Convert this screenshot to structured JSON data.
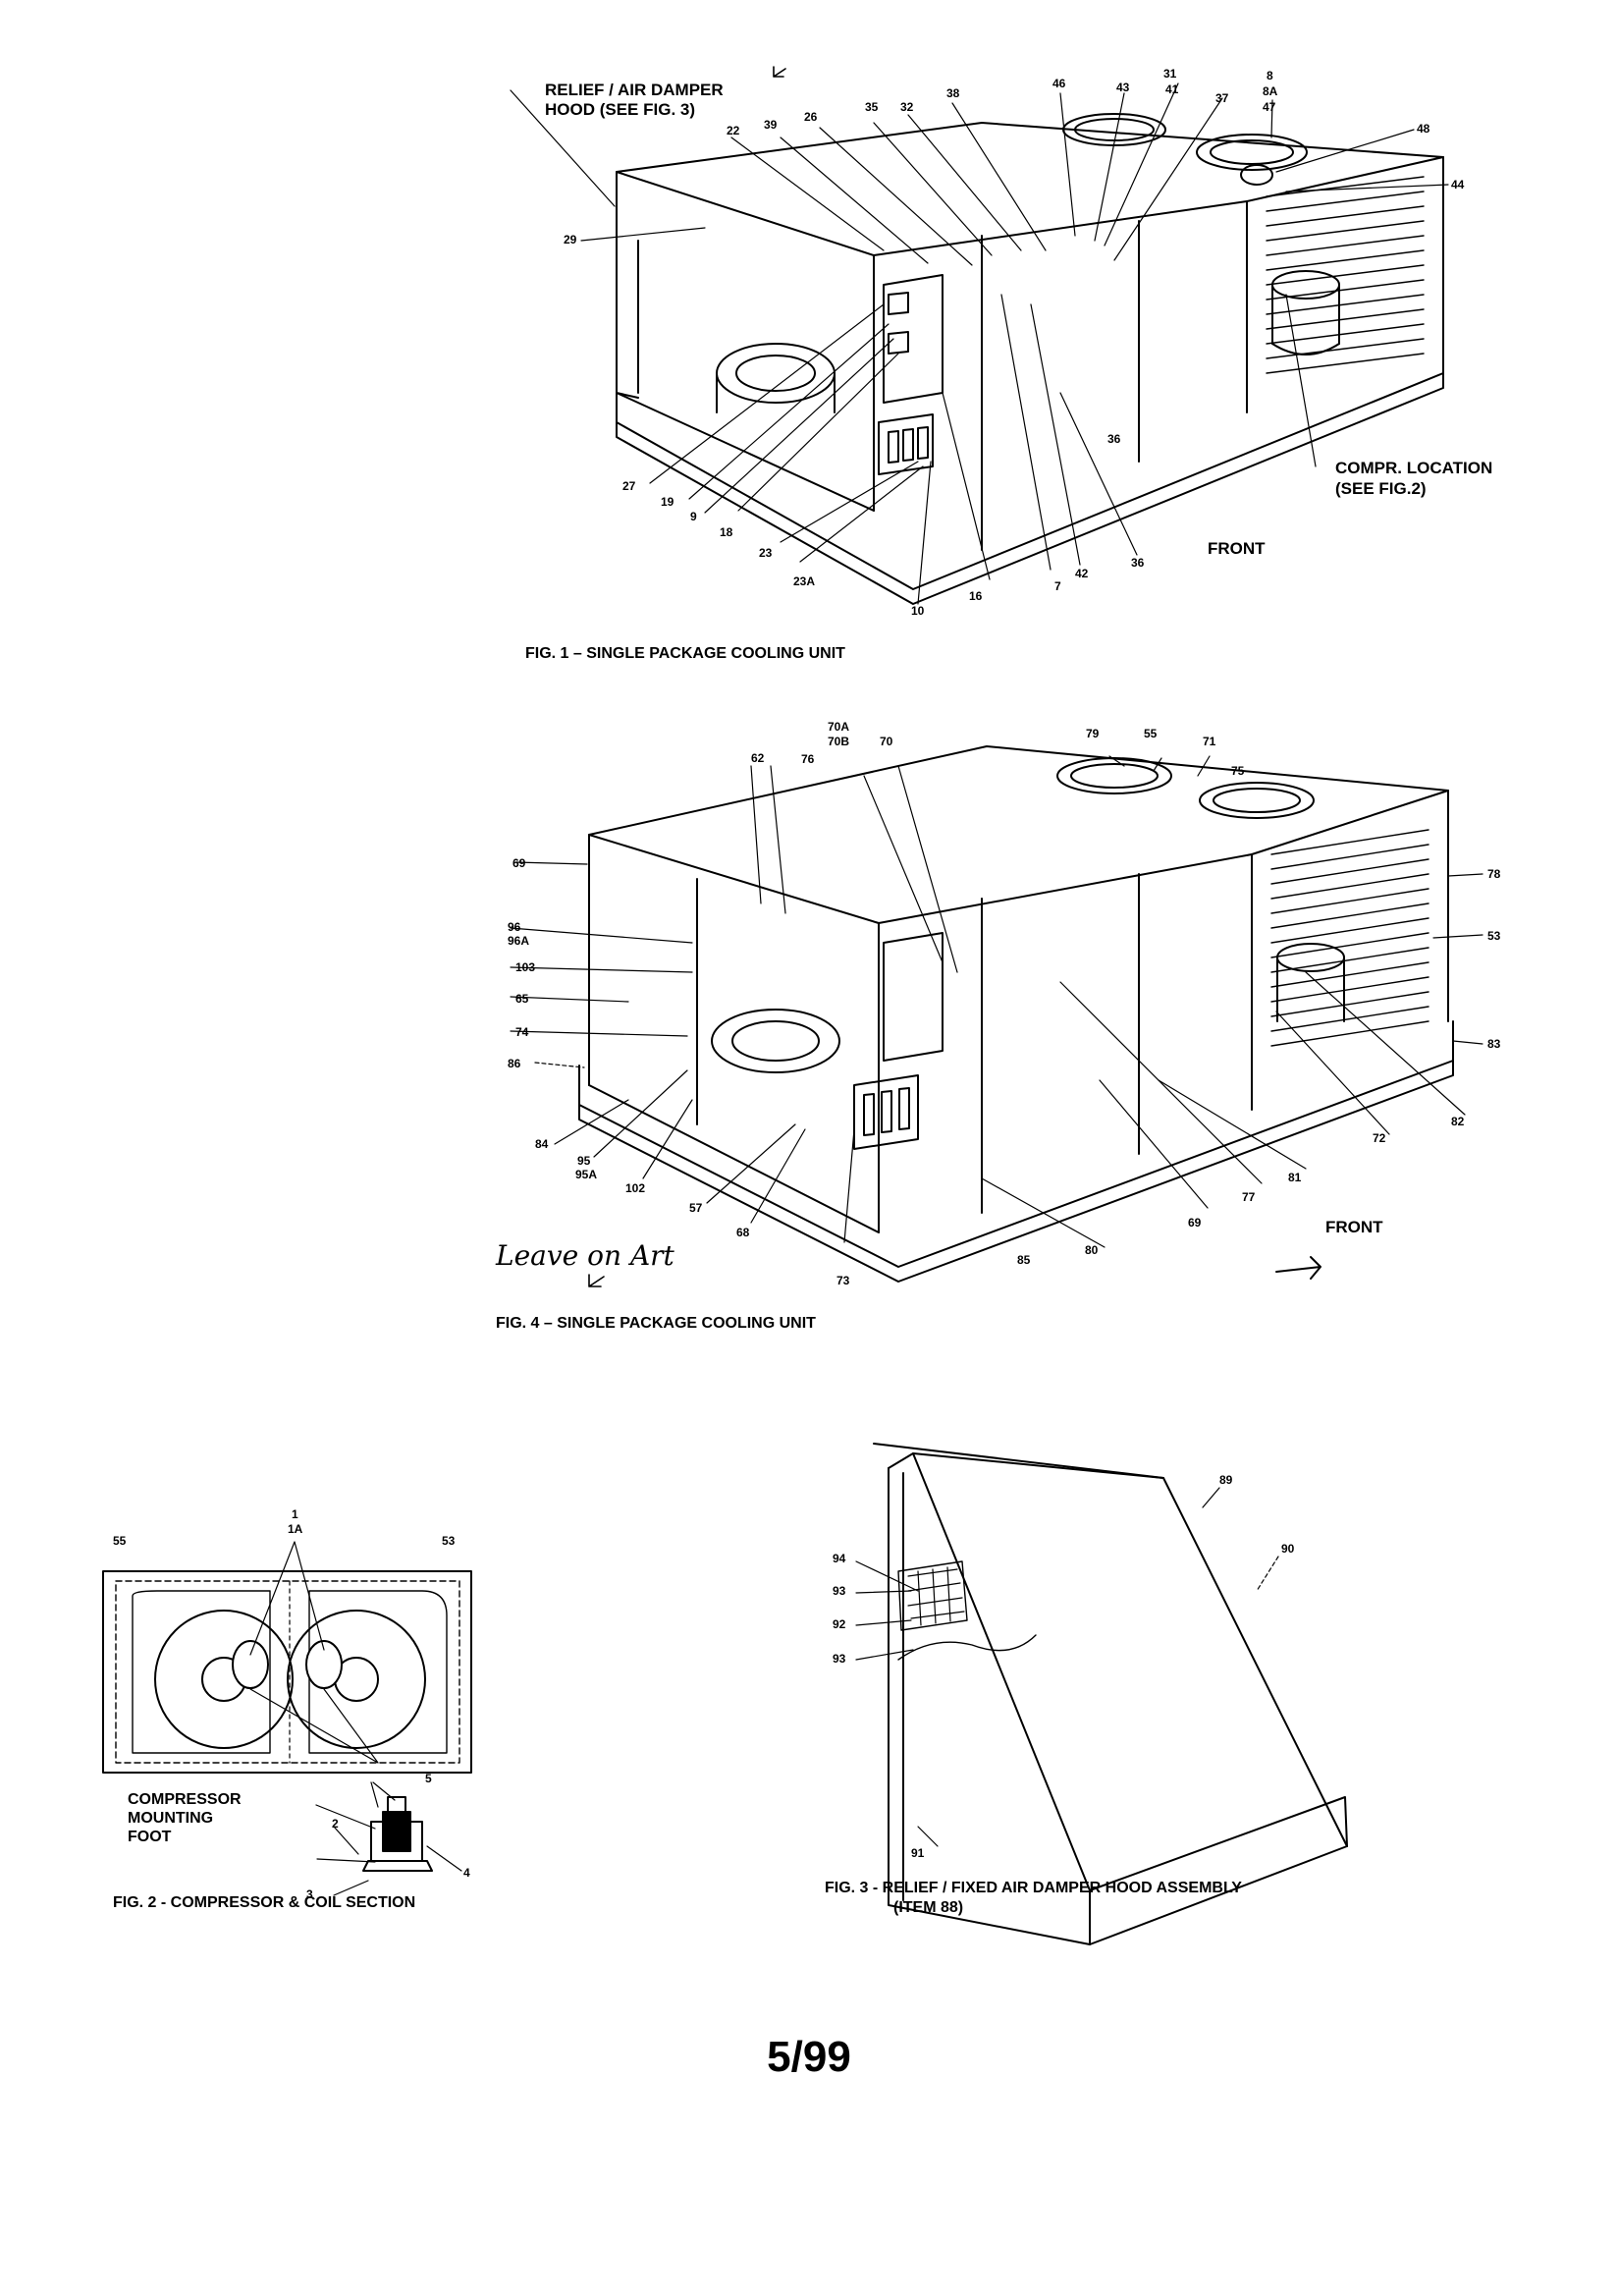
{
  "page_number": "5/99",
  "fig1": {
    "caption": "FIG. 1 – SINGLE PACKAGE COOLING UNIT",
    "note_relief_1": "RELIEF / AIR DAMPER",
    "note_relief_2": "HOOD (SEE FIG. 3)",
    "note_compr_1": "COMPR. LOCATION",
    "note_compr_2": "(SEE FIG.2)",
    "front": "FRONT",
    "labels": [
      "46",
      "43",
      "31",
      "41",
      "37",
      "8",
      "8A",
      "47",
      "48",
      "44",
      "38",
      "35",
      "32",
      "26",
      "39",
      "22",
      "29",
      "27",
      "19",
      "9",
      "18",
      "23",
      "23A",
      "10",
      "16",
      "7",
      "42",
      "36",
      "36"
    ]
  },
  "fig4": {
    "caption": "FIG. 4 – SINGLE PACKAGE COOLING UNIT",
    "front": "FRONT",
    "handwritten": "Leave on Art",
    "labels": [
      "70A",
      "70B",
      "70",
      "79",
      "55",
      "71",
      "62",
      "76",
      "75",
      "69",
      "96",
      "96A",
      "103",
      "65",
      "74",
      "86",
      "84",
      "95",
      "95A",
      "102",
      "57",
      "68",
      "73",
      "85",
      "80",
      "69",
      "77",
      "81",
      "72",
      "78",
      "53",
      "83",
      "82"
    ]
  },
  "fig2": {
    "caption": "FIG. 2 - COMPRESSOR & COIL SECTION",
    "note_1": "COMPRESSOR",
    "note_2": "MOUNTING",
    "note_3": "FOOT",
    "labels": [
      "55",
      "1",
      "1A",
      "53",
      "2",
      "5",
      "3",
      "4"
    ]
  },
  "fig3": {
    "caption_1": "FIG. 3 - RELIEF / FIXED AIR DAMPER HOOD ASSEMBLY",
    "caption_2": "(ITEM 88)",
    "labels": [
      "89",
      "90",
      "94",
      "93",
      "92",
      "93",
      "91"
    ]
  }
}
